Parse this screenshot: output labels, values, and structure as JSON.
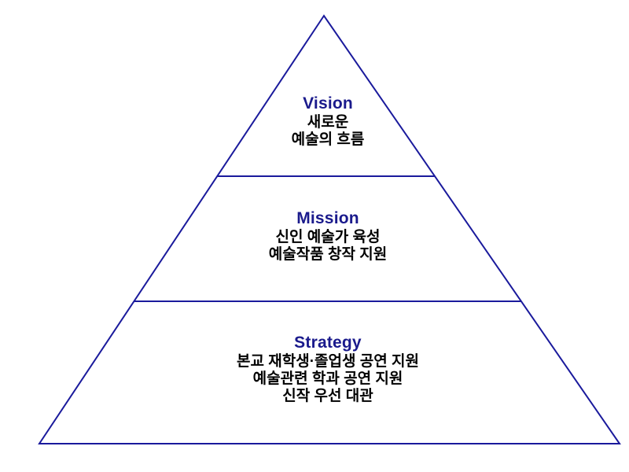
{
  "colors": {
    "line": "#1a1a9c",
    "heading": "#1a1a8c",
    "body_text": "#000000",
    "background": "#ffffff"
  },
  "pyramid": {
    "levels": [
      {
        "title": "Vision",
        "lines": [
          "새로운",
          "예술의 흐름"
        ]
      },
      {
        "title": "Mission",
        "lines": [
          "신인 예술가 육성",
          "예술작품 창작 지원"
        ]
      },
      {
        "title": "Strategy",
        "lines": [
          "본교 재학생·졸업생 공연 지원",
          "예술관련 학과 공연 지원",
          "신작 우선 대관"
        ]
      }
    ]
  }
}
